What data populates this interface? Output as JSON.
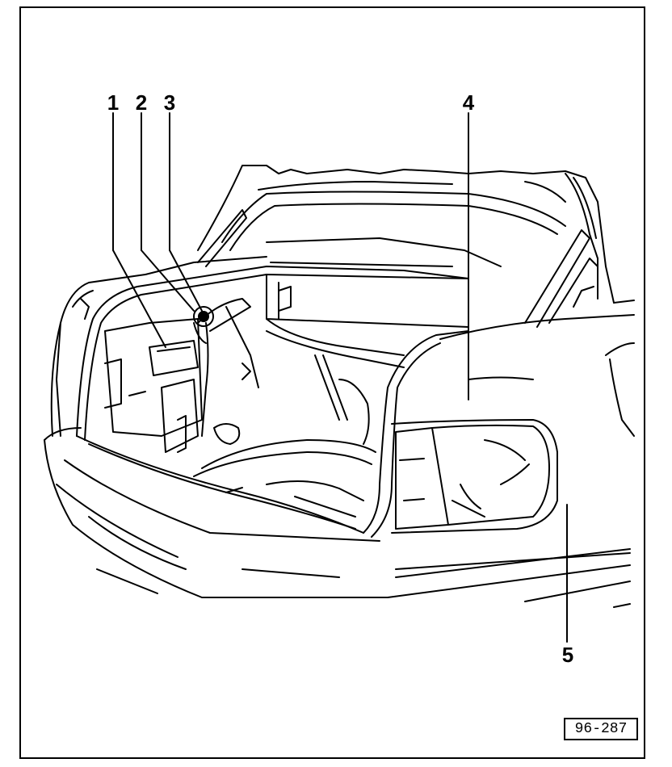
{
  "callouts": [
    {
      "number": "1"
    },
    {
      "number": "2"
    },
    {
      "number": "3"
    },
    {
      "number": "4"
    },
    {
      "number": "5"
    }
  ],
  "reference": "96-287",
  "colors": {
    "ink": "#000000",
    "paper": "#ffffff"
  }
}
